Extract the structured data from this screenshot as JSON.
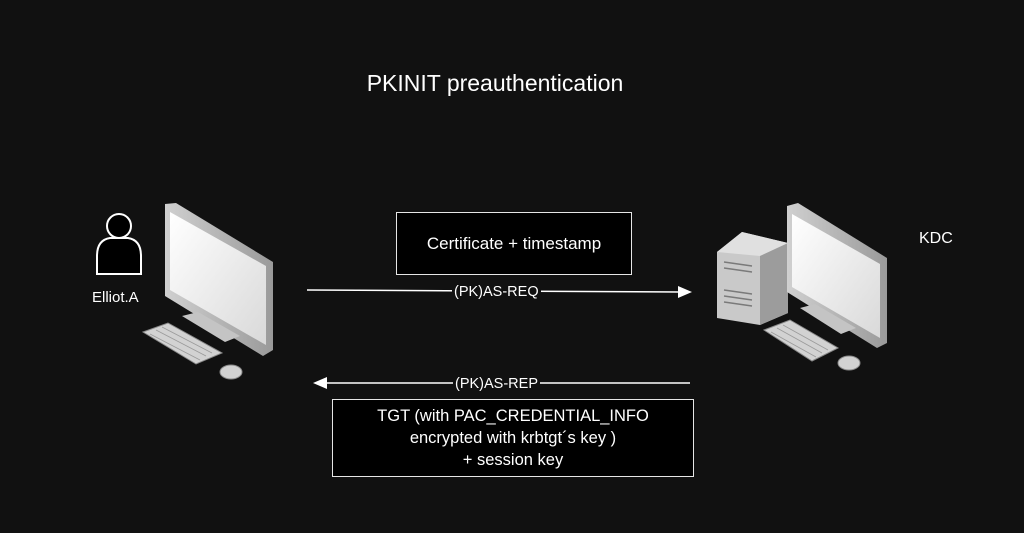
{
  "diagram": {
    "title": "PKINIT preauthentication",
    "client": {
      "name": "Elliot.A"
    },
    "kdc": {
      "name": "KDC"
    },
    "request": {
      "box_text": "Certificate + timestamp",
      "label": "(PK)AS-REQ"
    },
    "reply": {
      "label": "(PK)AS-REP",
      "box_lines": [
        "TGT (with PAC_CREDENTIAL_INFO",
        "encrypted with krbtgt´s key )",
        "+ session key"
      ]
    }
  },
  "icons": {
    "client_user": "user-icon",
    "client_computer": "desktop-computer-icon",
    "kdc_server": "server-workstation-icon"
  },
  "colors": {
    "background": "#111111",
    "foreground": "#ffffff",
    "monitor_screen": "#f2f2f2",
    "monitor_frame": "#b8b8b8"
  }
}
